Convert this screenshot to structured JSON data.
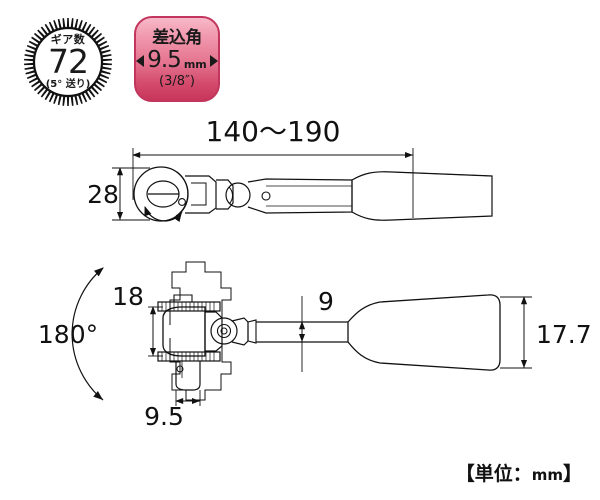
{
  "badges": {
    "gear": {
      "label": "ギア数",
      "value": "72",
      "sub": "(5° 送り)",
      "icon": "gear-sprocket-icon"
    },
    "drive": {
      "title": "差込角",
      "value": "9.5",
      "unit": "mm",
      "sub": "(3/8″)",
      "left_arrow": "left-arrow-icon",
      "right_arrow": "right-arrow-icon",
      "color": "#d34a6c",
      "border_color": "#c2365d"
    }
  },
  "top_view": {
    "length_dimension": "140〜190",
    "head_height_dimension": "28"
  },
  "side_view": {
    "swivel_angle": "180°",
    "head_thickness": "18",
    "drive_width": "9.5",
    "shaft_width": "9",
    "handle_height": "17.7"
  },
  "footer": {
    "unit_note_open": "【単位：",
    "unit_note_unit": "mm",
    "unit_note_close": "】"
  }
}
